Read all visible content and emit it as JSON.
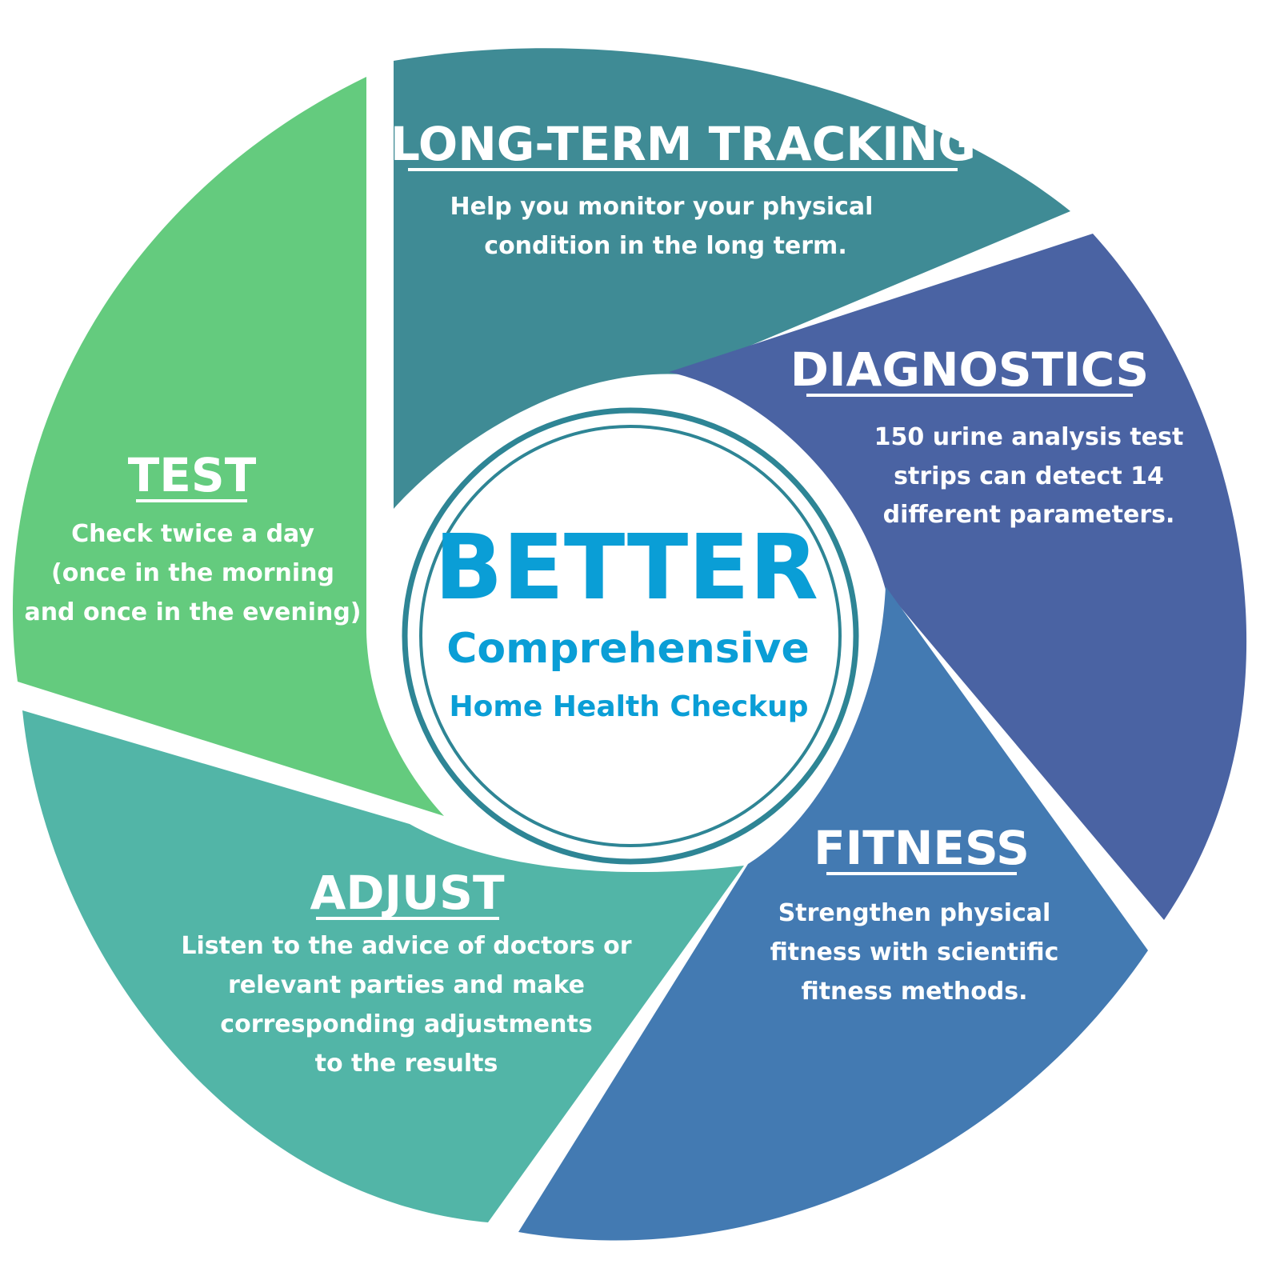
{
  "center": {
    "title": "BETTER",
    "subtitle": "Comprehensive",
    "tagline": "Home Health Checkup",
    "title_color": "#0A9ED6",
    "ring_color": "#2E8595"
  },
  "segments": [
    {
      "id": "long-term-tracking",
      "title": "LONG-TERM TRACKING",
      "lines": [
        "Help you monitor your physical",
        "condition in the long term."
      ],
      "color": "#3F8B95"
    },
    {
      "id": "diagnostics",
      "title": "DIAGNOSTICS",
      "lines": [
        "150 urine analysis test",
        "strips can detect 14",
        "different parameters."
      ],
      "color": "#4A63A3"
    },
    {
      "id": "fitness",
      "title": "FITNESS",
      "lines": [
        "Strengthen physical",
        "fitness with scientific",
        "fitness methods."
      ],
      "color": "#437AB2"
    },
    {
      "id": "adjust",
      "title": "ADJUST",
      "lines": [
        "Listen to the advice of doctors or",
        "relevant parties and make",
        "corresponding adjustments",
        "to the results"
      ],
      "color": "#52B5A7"
    },
    {
      "id": "test",
      "title": "TEST",
      "lines": [
        "Check twice a day",
        "(once in the morning",
        "and once in the evening)"
      ],
      "color": "#64CB7E"
    }
  ]
}
